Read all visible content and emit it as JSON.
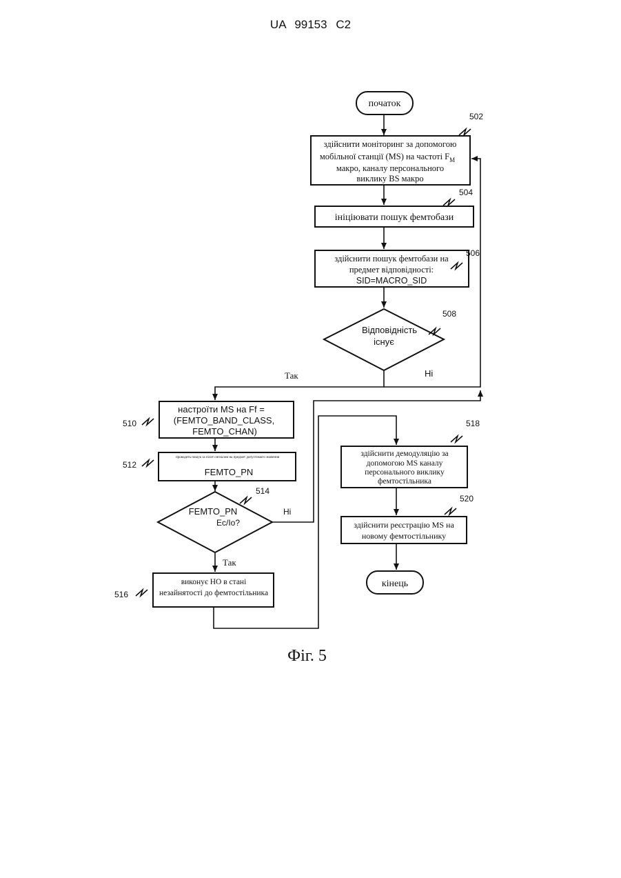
{
  "header": {
    "patent_number": "UA   99153   C2"
  },
  "caption": "Фіг. 5",
  "nodes": {
    "start": "початок",
    "n502": {
      "ref": "502",
      "lines": [
        "здійснити моніторинг за допомогою",
        "мобільної станції (MS) на частоті F",
        "макро, каналу персонального",
        "виклику BS макро"
      ],
      "subscript": "M"
    },
    "n504": {
      "ref": "504",
      "text": "ініціювати пошук фемтобази"
    },
    "n506": {
      "ref": "506",
      "lines": [
        "здійснити пошук фемтобази на",
        "предмет відповідності:",
        "SID=MACRO_SID"
      ]
    },
    "n508": {
      "ref": "508",
      "lines": [
        "Відповідність",
        "існує"
      ]
    },
    "n510": {
      "ref": "510",
      "lines": [
        "настроїти   MS на Ff =",
        "(FEMTO_BAND_CLASS,",
        "FEMTO_CHAN)"
      ]
    },
    "n512": {
      "ref": "512",
      "lines": [
        "проводить пошук за пілот сигналом на предмет допустимого значення",
        "FEMTO_PN"
      ]
    },
    "n514": {
      "ref": "514",
      "lines": [
        "FEMTO_PN",
        "Ec/Io?"
      ]
    },
    "n516": {
      "ref": "516",
      "lines": [
        "виконує HO в стані",
        "незайнятості до фемтостільника"
      ]
    },
    "n518": {
      "ref": "518",
      "lines": [
        "здійснити демодуляцію за",
        "допомогою MS каналу",
        "персонального виклику",
        "фемтостільника"
      ]
    },
    "n520": {
      "ref": "520",
      "lines": [
        "здійснити реєстрацію MS на",
        "новому фемтостільнику"
      ]
    },
    "end": "кінець"
  },
  "edge_labels": {
    "n508_yes": "Так",
    "n508_no": "Ні",
    "n514_no": "Ні",
    "n514_yes": "Так"
  }
}
